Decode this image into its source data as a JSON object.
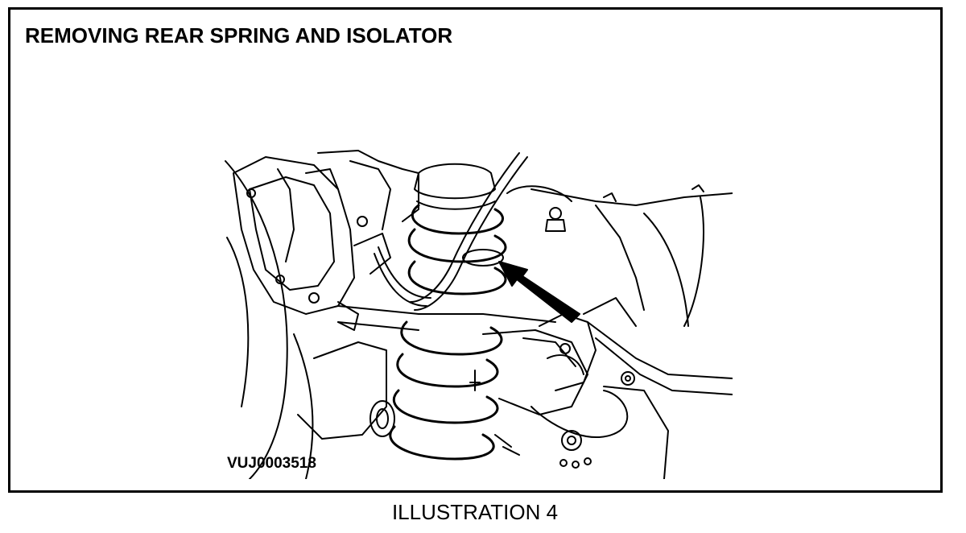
{
  "figure": {
    "title": "REMOVING REAR SPRING AND ISOLATOR",
    "reference_code": "VUJ0003518",
    "caption": "ILLUSTRATION 4",
    "ink_color": "#000000",
    "background_color": "#ffffff"
  }
}
